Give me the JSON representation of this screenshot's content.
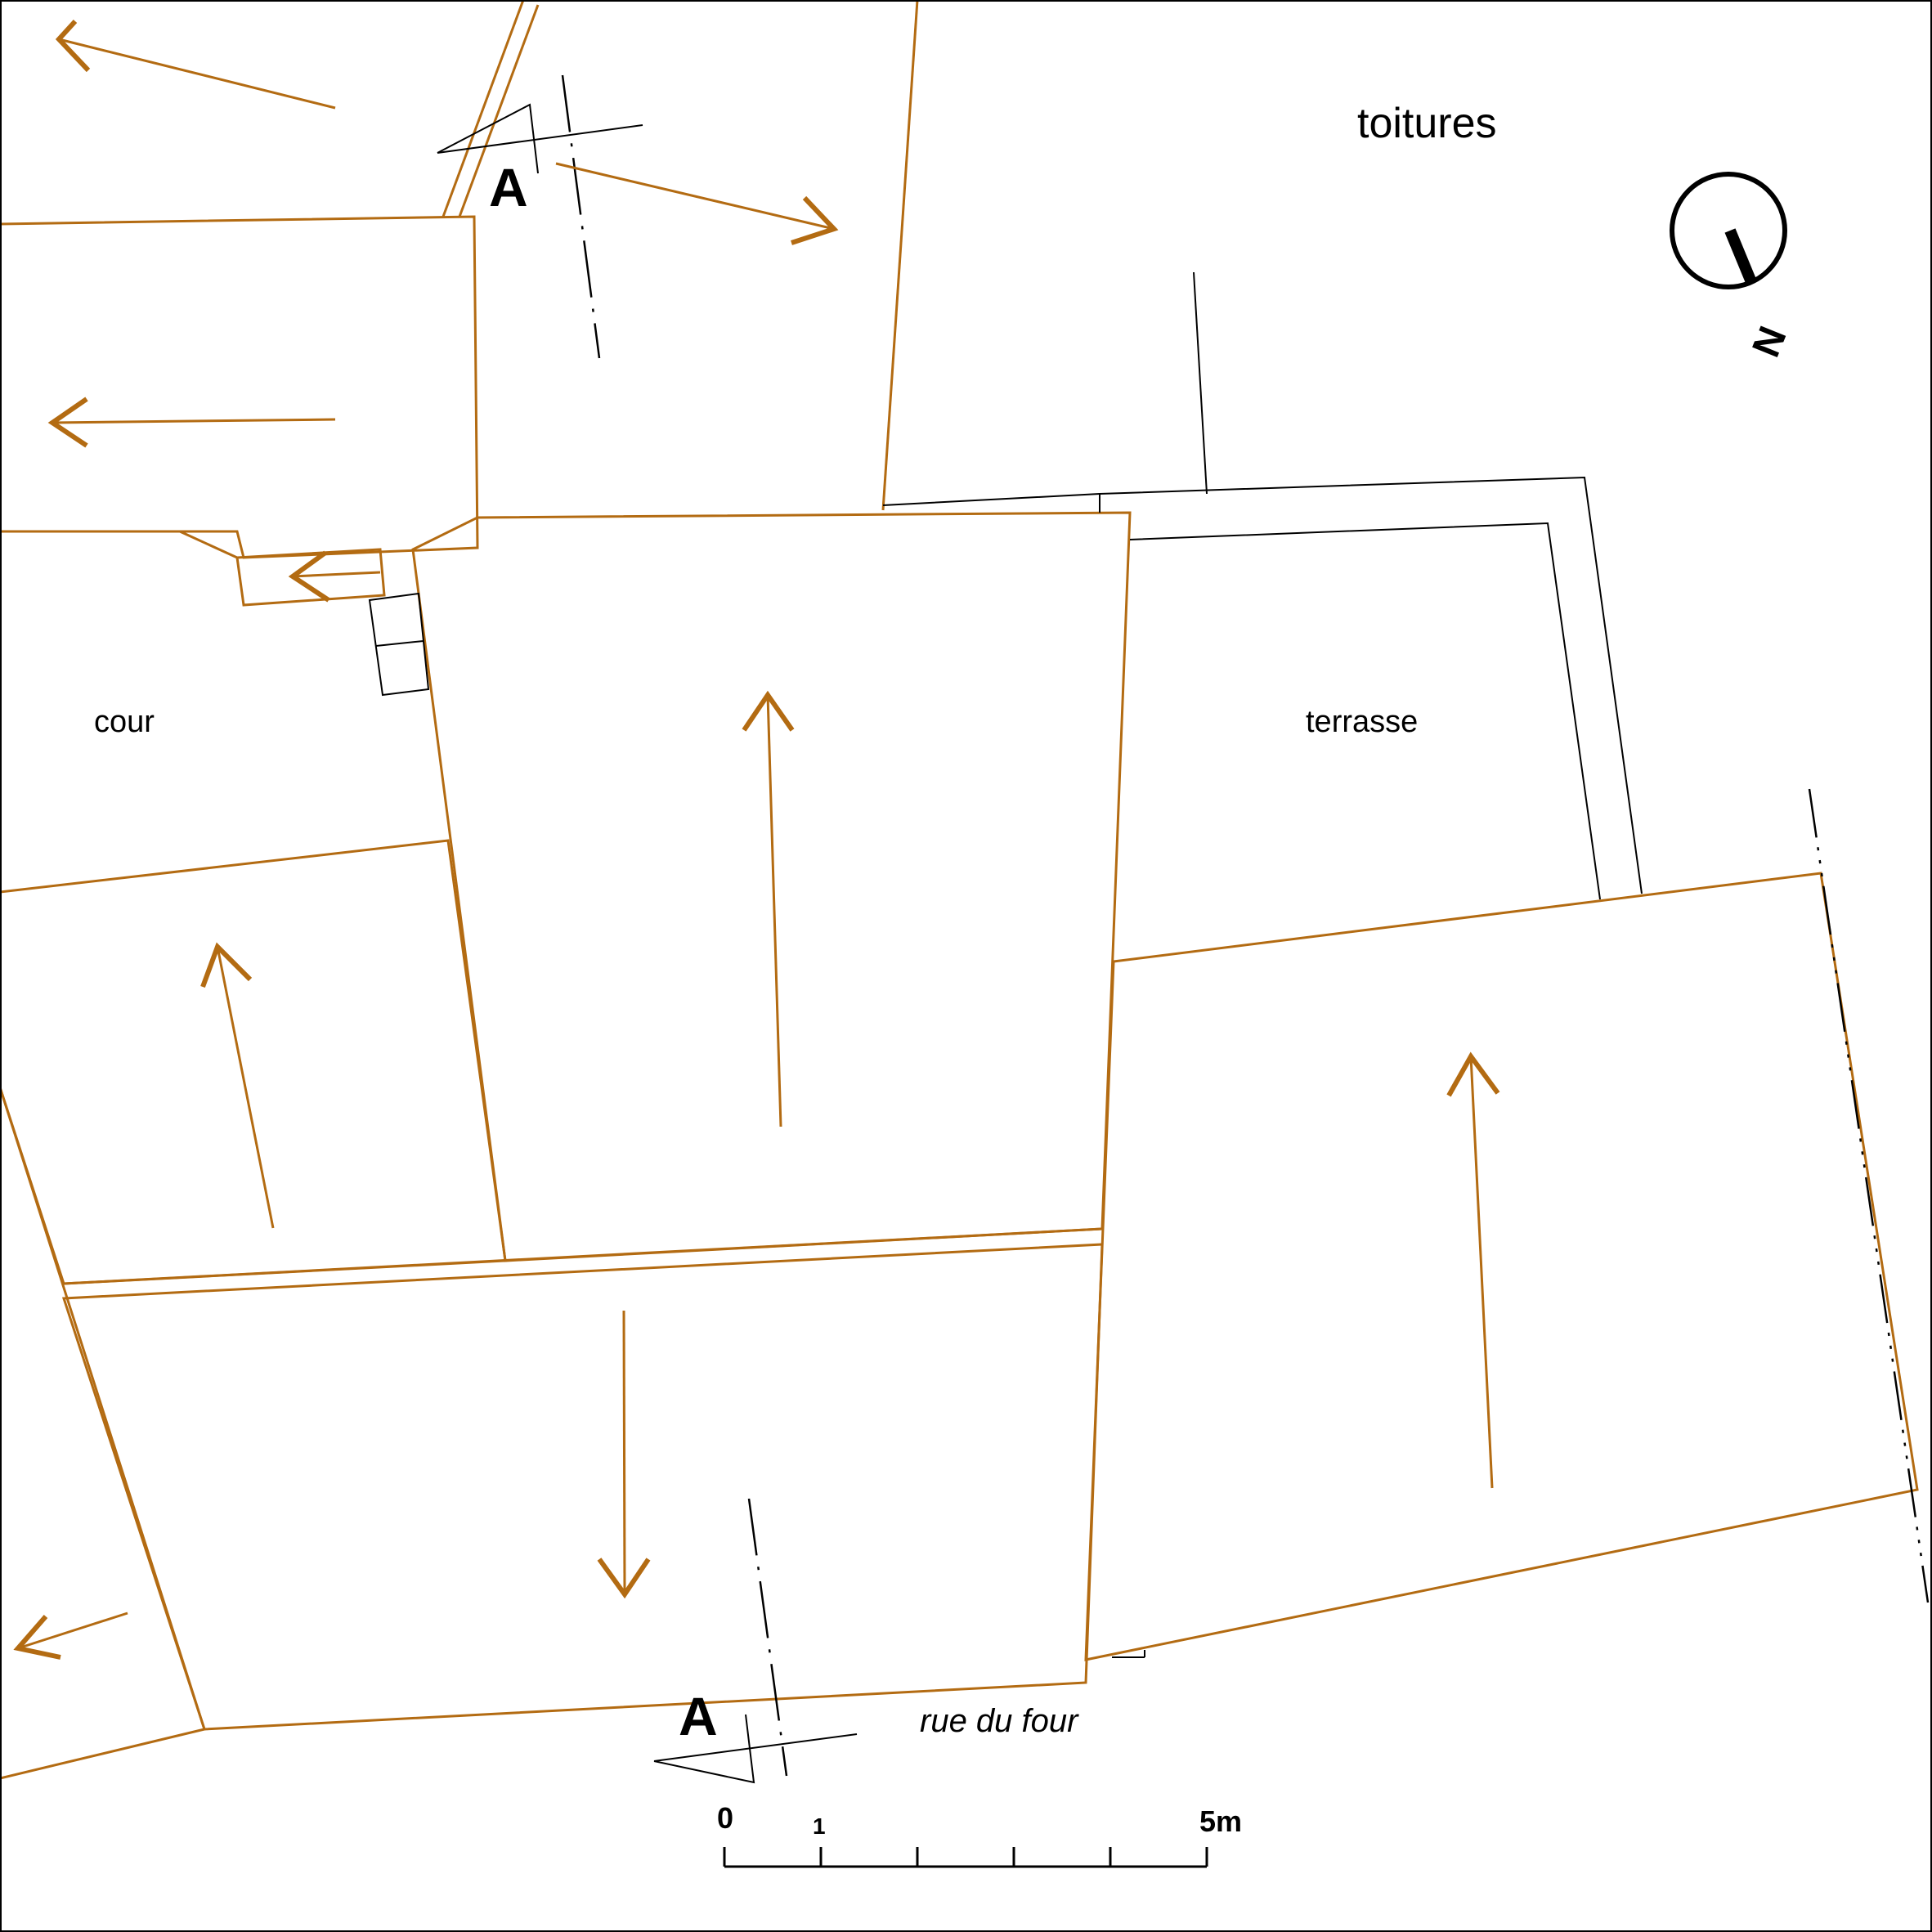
{
  "colors": {
    "roof_lines": "#B36B12",
    "ink": "#000000",
    "background": "#ffffff"
  },
  "labels": {
    "roofs": "toitures",
    "courtyard": "cour",
    "terrace": "terrasse",
    "street": "rue du four"
  },
  "section": {
    "marker_top": "A",
    "marker_bottom": "A"
  },
  "north_arrow": {
    "icon": "north-arrow-icon",
    "letter": "N"
  },
  "scale_bar": {
    "zero": "0",
    "one": "1",
    "five": "5m",
    "ticks": [
      "0",
      "1",
      "2",
      "3",
      "4",
      "5"
    ]
  }
}
